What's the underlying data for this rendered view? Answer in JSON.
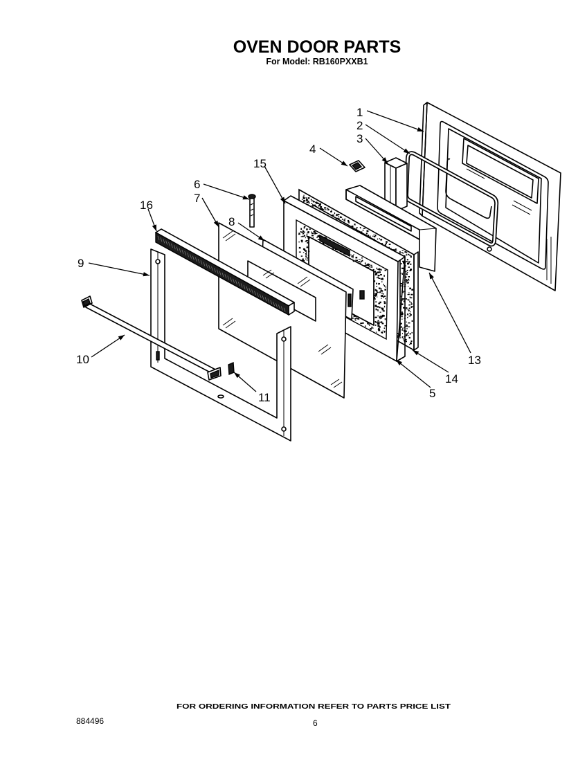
{
  "title": "OVEN DOOR PARTS",
  "subtitle": "For Model: RB160PXXB1",
  "callouts": [
    "1",
    "2",
    "3",
    "4",
    "15",
    "6",
    "7",
    "16",
    "8",
    "9",
    "10",
    "11",
    "13",
    "14",
    "5"
  ],
  "footer": {
    "ordering_note": "FOR ORDERING INFORMATION REFER TO PARTS PRICE LIST",
    "doc_number": "884496",
    "page_number": "6"
  }
}
